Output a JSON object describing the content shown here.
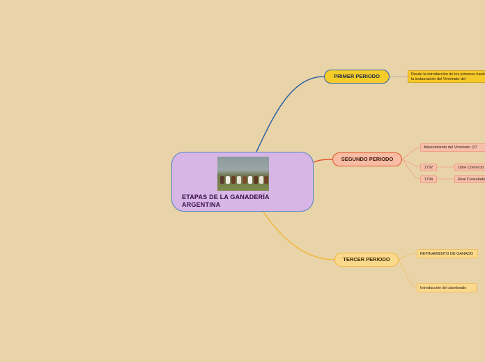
{
  "central": {
    "title": "ETAPAS DE LA GANADERÍA ARGENTINA",
    "image_subject": "cattle-herd-photo"
  },
  "branches": [
    {
      "label": "PRIMER PERIODO",
      "color": "#f6cc2a",
      "border": "#2f63a4",
      "children": [
        {
          "label": "Desde la introducción de los primeros hasta la instauración del Virreinato del"
        }
      ]
    },
    {
      "label": "SEGUNDO PERIODO",
      "color": "#f8bba3",
      "border": "#e4572c",
      "children": [
        {
          "label": "Advenimiento del Virreinato (17"
        },
        {
          "label": "1792",
          "children": [
            {
              "label": "Libre Comercio"
            }
          ]
        },
        {
          "label": "1794",
          "children": [
            {
              "label": "Real Consulado"
            }
          ]
        }
      ]
    },
    {
      "label": "TERCER PERIODO",
      "color": "#fbd98c",
      "border": "#f0b83a",
      "children": [
        {
          "label": "REFINAMIENTO DE GANADO"
        },
        {
          "label": "Introducción del alambrado"
        }
      ]
    }
  ]
}
